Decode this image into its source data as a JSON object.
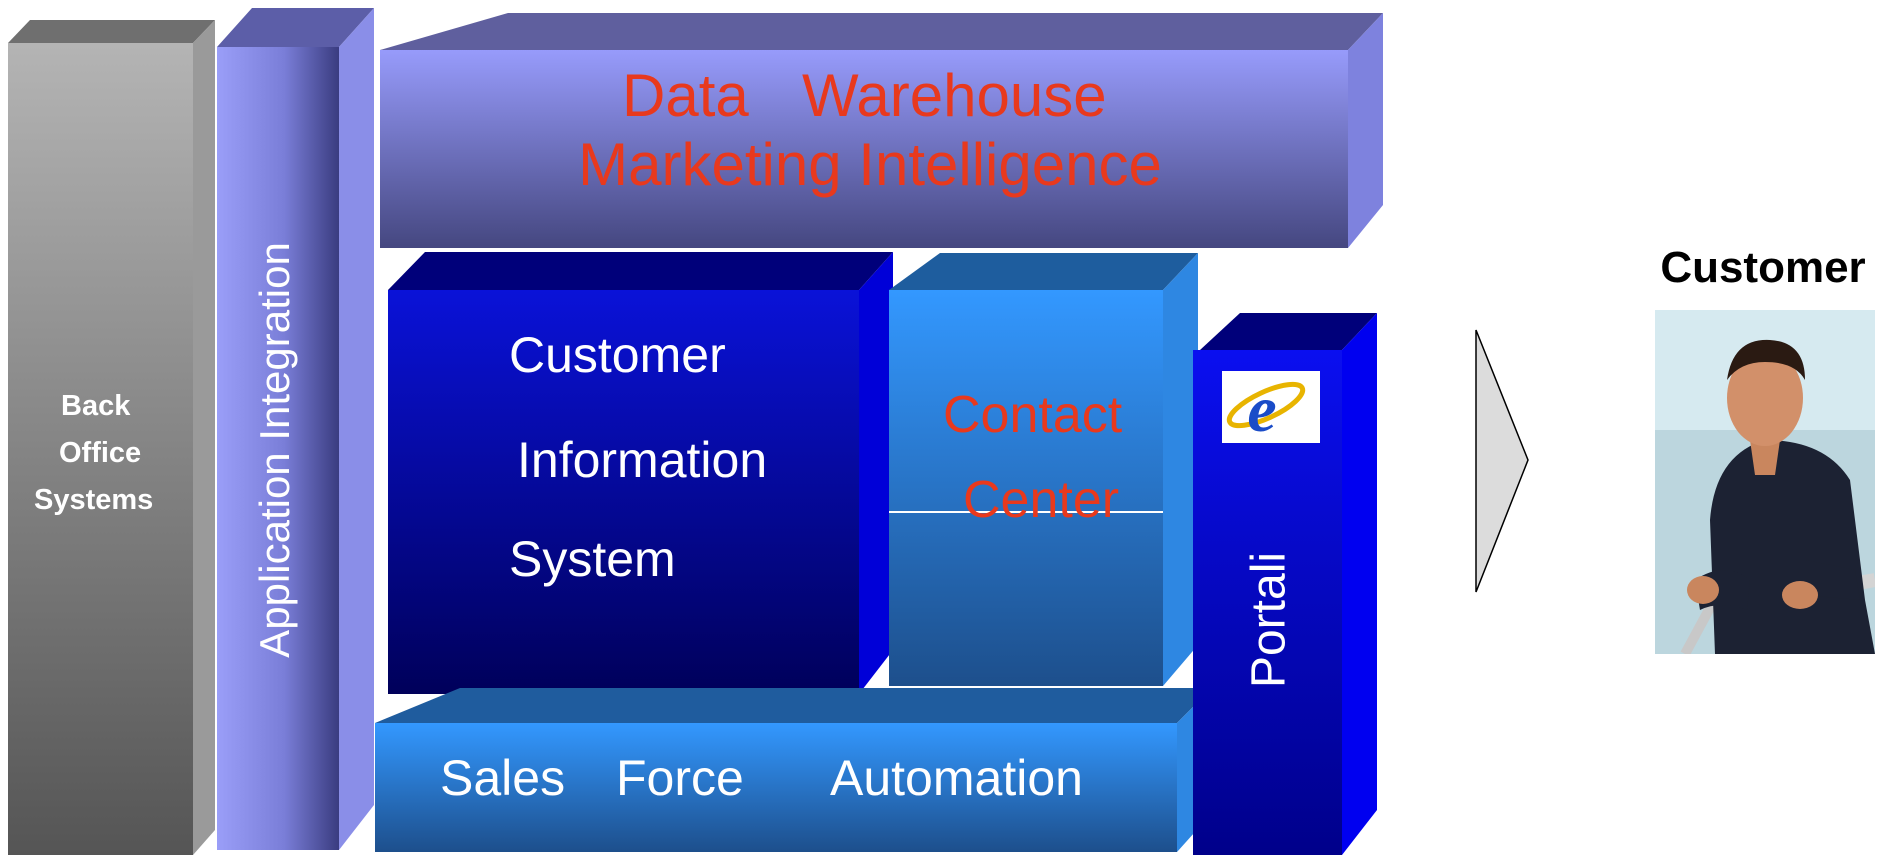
{
  "blocks": {
    "back_office": [
      "Back",
      "Office",
      "Systems"
    ],
    "application_integration": "Application Integration",
    "data_warehouse": {
      "line1_a": "Data",
      "line1_b": "Warehouse",
      "line2": "Marketing Intelligence"
    },
    "customer_info": [
      "Customer",
      "Information",
      "System"
    ],
    "contact_center": [
      "Contact",
      "Center"
    ],
    "sales_force": [
      "Sales",
      "Force",
      "Automation"
    ],
    "portali": "Portali"
  },
  "customer": {
    "title": "Customer"
  },
  "colors": {
    "label_red": "#e8391d",
    "label_white": "#ffffff",
    "dark_blue": "#0a0fb0",
    "mid_blue": "#2e93f0",
    "purple": "#8a8ef0",
    "gray": "#8a8a8a"
  },
  "icons": {
    "browser": "internet-explorer-logo-icon",
    "arrow": "right-arrow-icon"
  }
}
